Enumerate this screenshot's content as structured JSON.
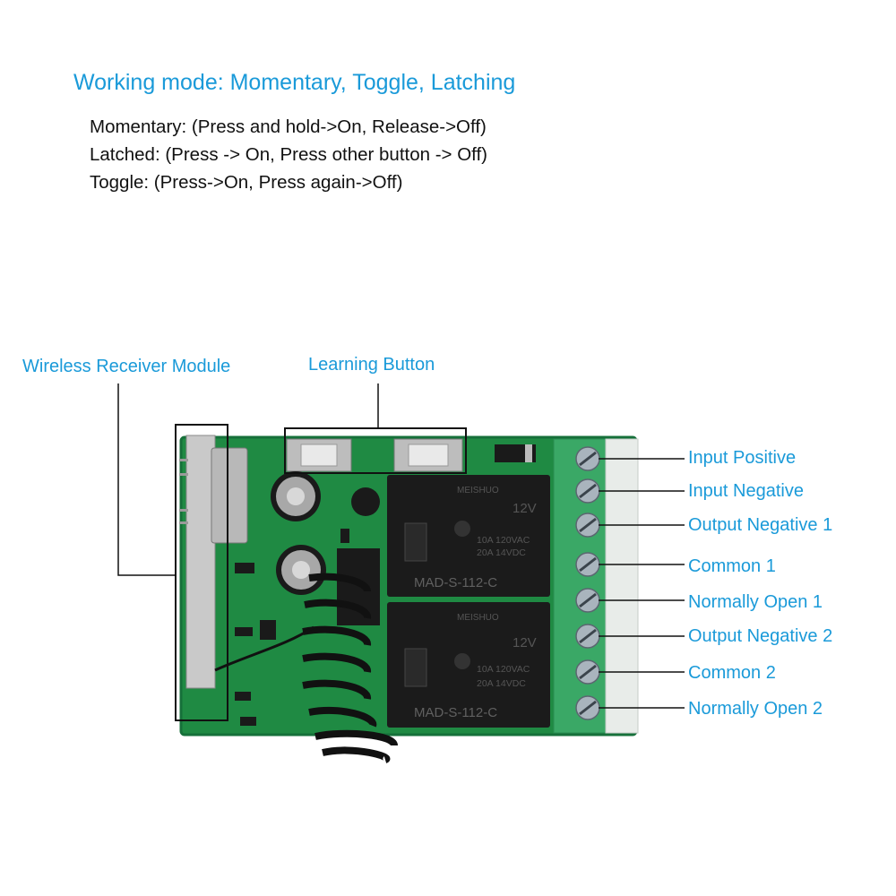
{
  "title": "Working mode: Momentary, Toggle, Latching",
  "modes": [
    "Momentary: (Press and hold->On, Release->Off)",
    "Latched: (Press -> On, Press other button -> Off)",
    "Toggle: (Press->On, Press again->Off)"
  ],
  "callouts": {
    "receiver": "Wireless Receiver Module",
    "learning": "Learning Button"
  },
  "terminals": [
    "Input Positive",
    "Input Negative",
    "Output Negative 1",
    "Common 1",
    "Normally Open 1",
    "Output Negative 2",
    "Common 2",
    "Normally Open 2"
  ],
  "relay": {
    "brand": "MEISHUO",
    "voltage": "12V",
    "rating1": "10A 120VAC",
    "rating2": "20A 14VDC",
    "model": "MAD-S-112-C"
  },
  "colors": {
    "accent": "#1a9ad9",
    "pcb": "#1f8a43",
    "terminal_block": "#3aa866",
    "relay": "#1a1a1a"
  }
}
